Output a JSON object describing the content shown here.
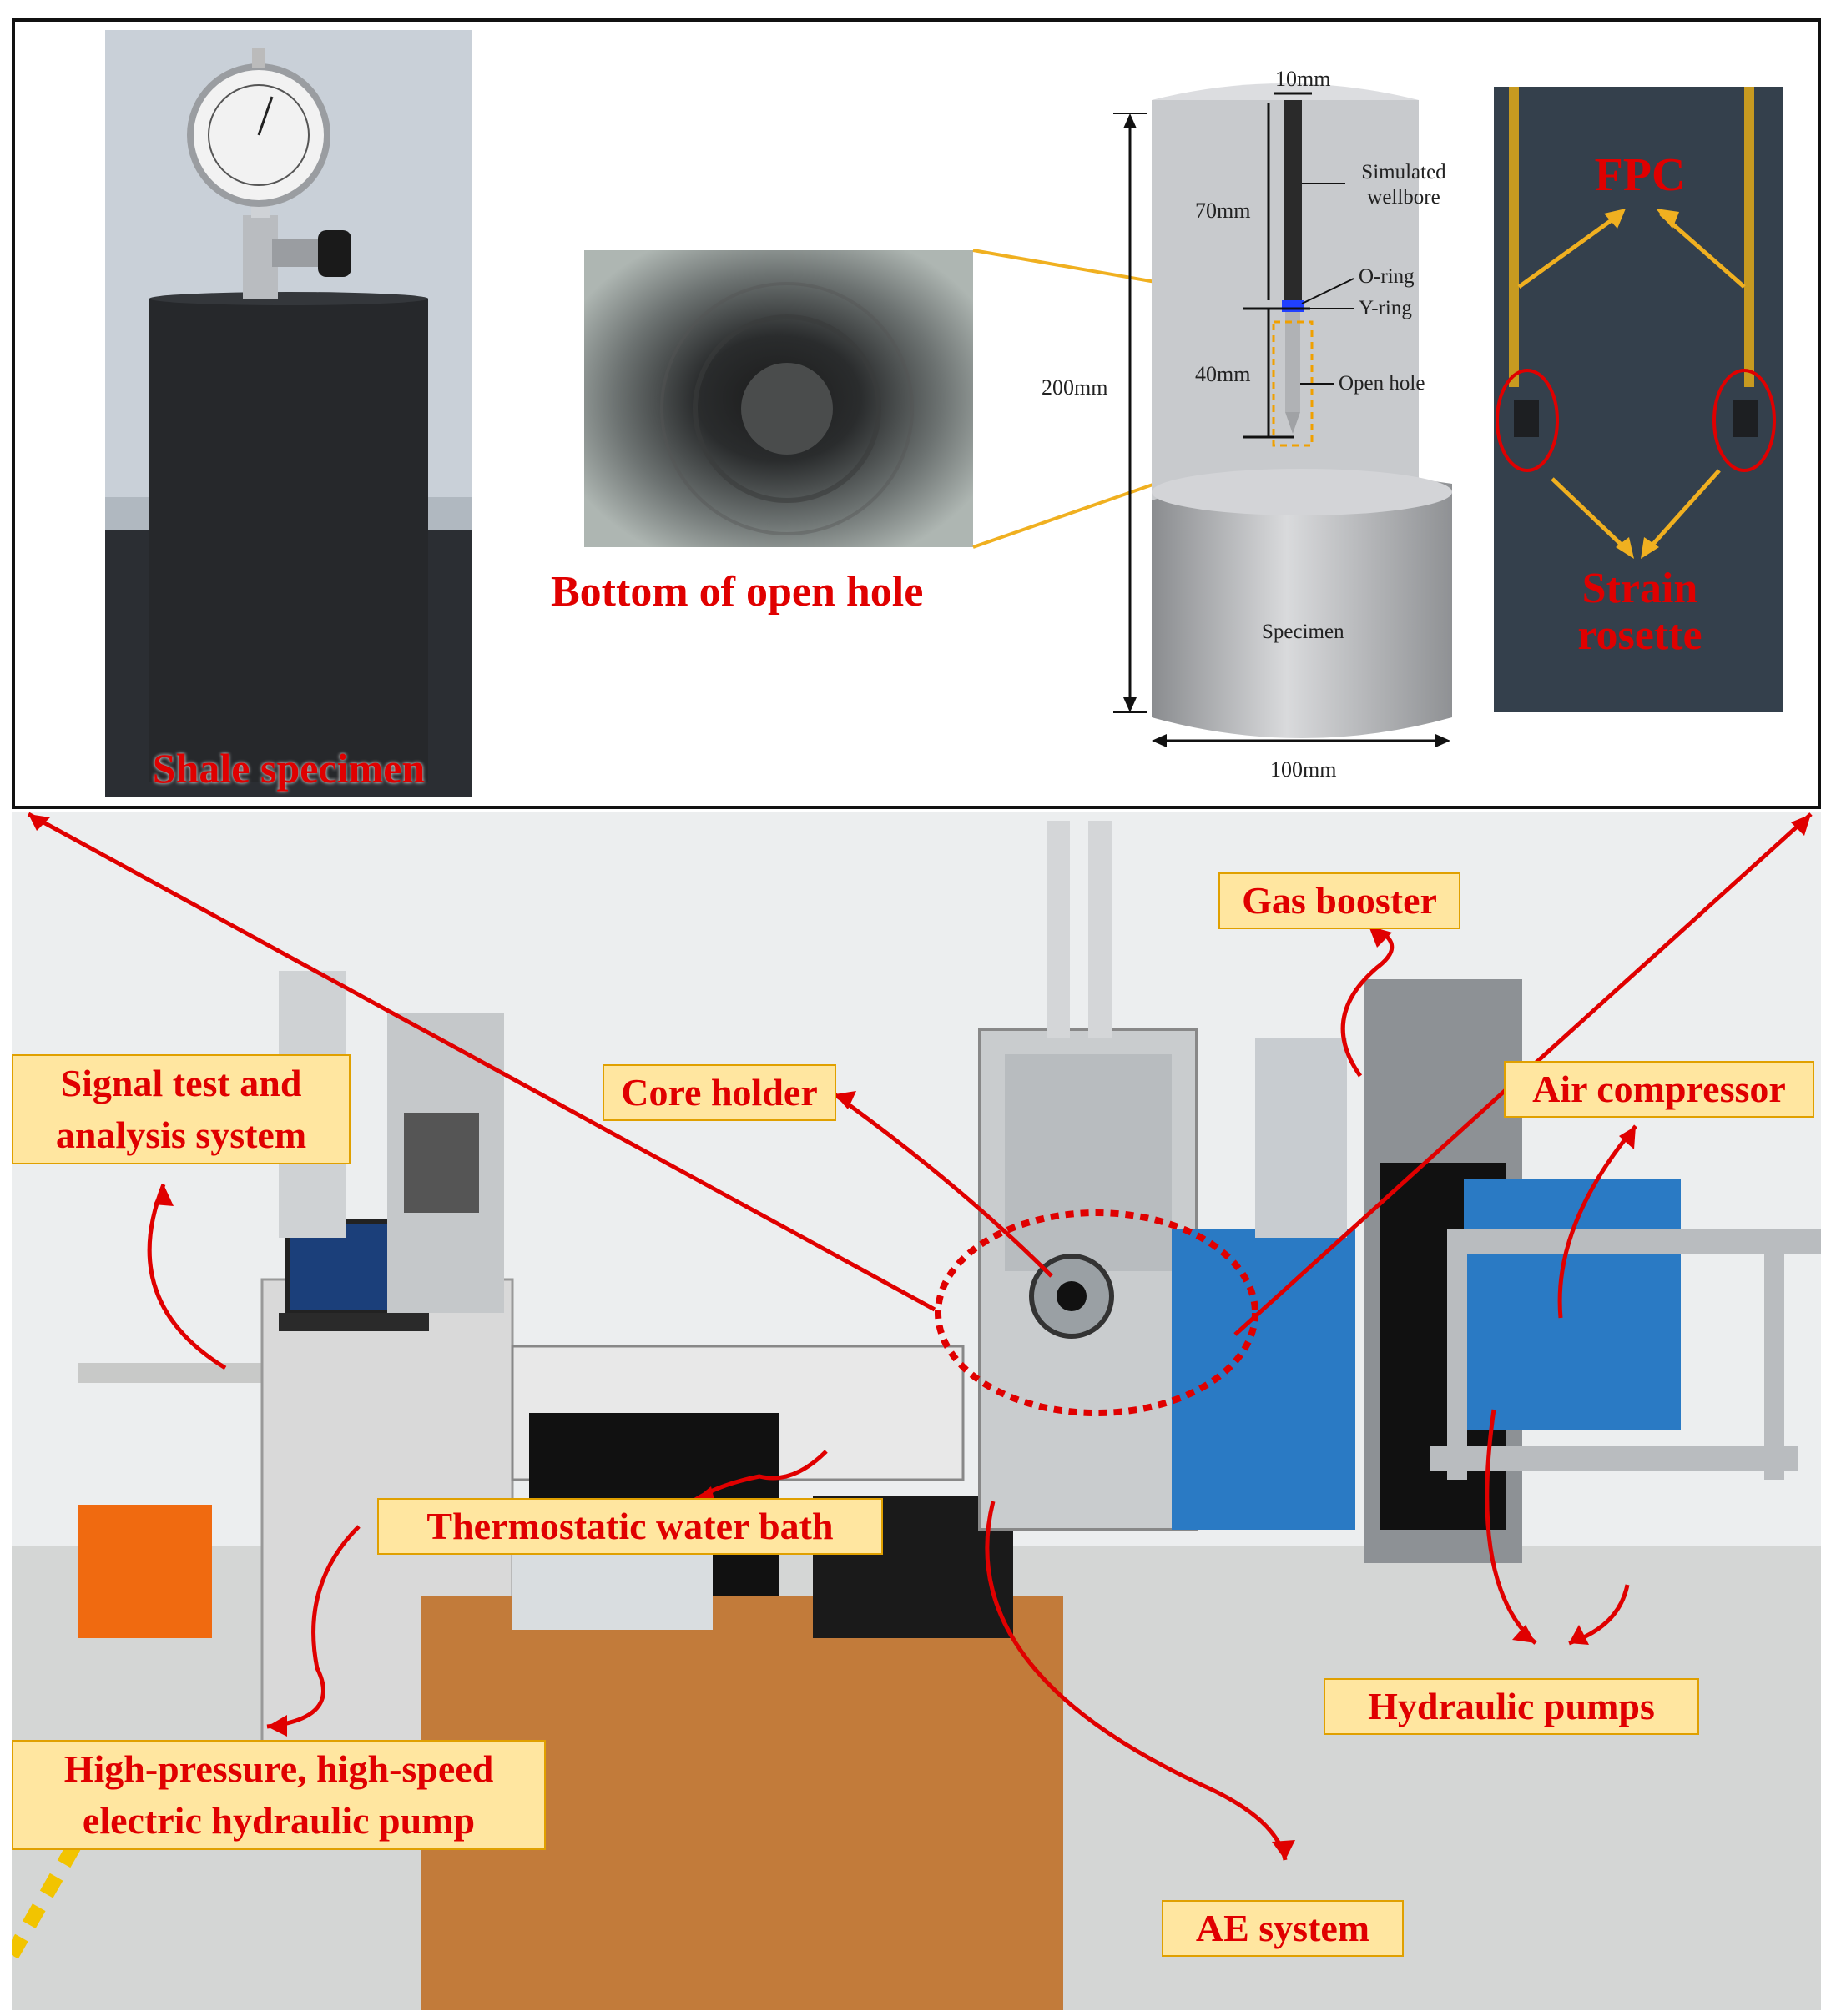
{
  "top_panel": {
    "shale_caption": "Shale specimen",
    "bottom_caption": "Bottom of open hole",
    "schematic": {
      "dim_width_top": "10mm",
      "dim_70": "70mm",
      "dim_40": "40mm",
      "dim_200": "200mm",
      "dim_100": "100mm",
      "label_wellbore": "Simulated wellbore",
      "label_oring": "O-ring",
      "label_yring": "Y-ring",
      "label_openhole": "Open hole",
      "label_specimen": "Specimen"
    },
    "fpc_label": "FPC",
    "rosette_label": "Strain rosette"
  },
  "lab_labels": {
    "gas_booster": "Gas booster",
    "core_holder": "Core holder",
    "air_compressor": "Air compressor",
    "signal_line1": "Signal test and",
    "signal_line2": "analysis system",
    "water_bath": "Thermostatic water bath",
    "hydraulic_pumps": "Hydraulic pumps",
    "hp_line1": "High-pressure, high-speed",
    "hp_line2": "electric hydraulic pump",
    "ae_system": "AE system"
  },
  "colors": {
    "arrow_red": "#e00000",
    "label_fill": "#ffe6a0",
    "label_border": "#e0a000",
    "yellow_line": "#f0b020"
  }
}
